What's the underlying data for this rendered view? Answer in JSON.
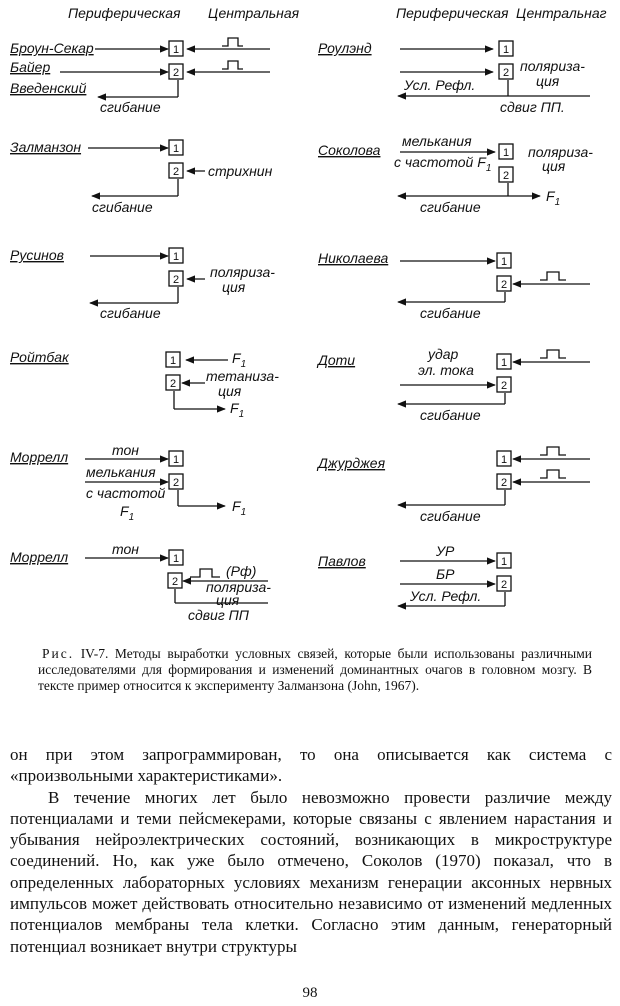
{
  "figure": {
    "headers": {
      "left_peripheral": "Периферическая",
      "left_central": "Центральная",
      "right_peripheral": "Периферическая",
      "right_central": "Центральнаг"
    },
    "box_labels": [
      "1",
      "2"
    ],
    "researchers": {
      "brown_sequard": "Броун-Секар",
      "bayer": "Байер",
      "vvedensky": "Введенский",
      "zalmanson": "Залманзон",
      "rusinov": "Русинов",
      "roitbak": "Ройтбак",
      "morrell_1": "Моррелл",
      "morrell_2": "Моррелл",
      "rowland": "Роулэнд",
      "sokolova": "Соколова",
      "nikolaeva": "Николаева",
      "doty": "Доти",
      "dzhurdzhea": "Джурджея",
      "pavlov": "Павлов"
    },
    "labels": {
      "flexion": "сгибание",
      "strychnine": "стрихнин",
      "polariza": "поляриза-",
      "tion": "ция",
      "f1": "F",
      "f1_sub": "1",
      "tetaniza": "тетаниза-",
      "tone": "тон",
      "flicker": "мелькания",
      "at_freq": "с частотой",
      "rf": "(Рф)",
      "pp_shift": "сдвиг ПП",
      "pp_shift_dot": "сдвиг ПП.",
      "usl_refl": "Усл. Рефл.",
      "shock1": "удар",
      "shock2": "эл. тока",
      "ur": "УР",
      "br": "БР"
    }
  },
  "caption": {
    "fig_label": "Рис.",
    "fig_num": " IV-7. ",
    "text": "Методы выработки условных связей, которые были использованы различными исследователями для формирования и изменений доминантных очагов в головном мозгу. В тексте пример относится к эксперименту Залманзона (John, 1967)."
  },
  "body": {
    "p1": "он при этом запрограммирован, то она описывается как система с «произвольными характеристиками».",
    "p2": "В течение многих лет было невозможно провести различие между потенциалами и теми пейсмекерами, которые связаны с явлением нарастания и убывания нейроэлектрических состояний, возникающих в микроструктуре соединений. Но, как уже было отмечено, Соколов (1970) показал, что в определенных лабораторных условиях механизм генерации аксонных нервных импульсов может действовать относительно независимо от изменений медленных потенциалов мембраны тела клетки. Согласно этим данным, генераторный потенциал возникает внутри структуры"
  },
  "page_number": "98"
}
